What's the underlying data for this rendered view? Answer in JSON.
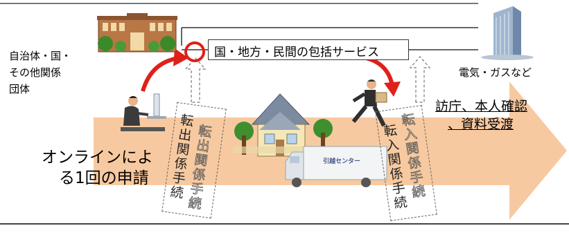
{
  "service_label": "国・地方・民間の包括サービス",
  "left_entity": [
    "自治体・国・",
    "その他関係",
    "団体"
  ],
  "right_entity": "電気・ガスなど",
  "online_application": [
    "オンラインによ",
    "る1回の申請"
  ],
  "visit_label": [
    "訪庁、本人確認",
    "、資料受渡"
  ],
  "moving_out_procedures": "転出関係手続",
  "moving_in_procedures": "転入関係手続",
  "truck_label": "引越センター",
  "colors": {
    "arrow": "#f7c9a0",
    "red": "#e0201a",
    "frame": "#444444"
  }
}
